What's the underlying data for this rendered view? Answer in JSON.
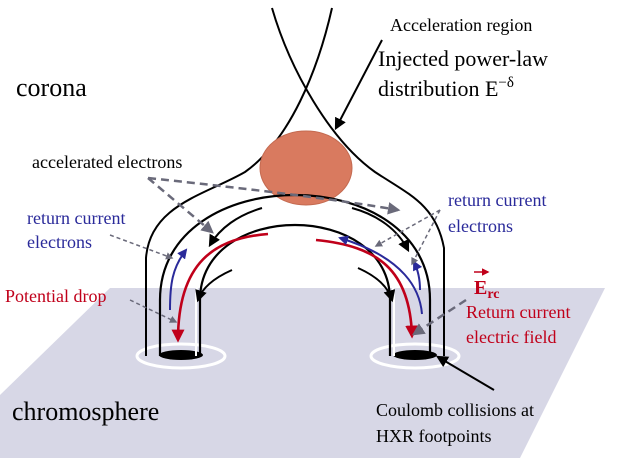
{
  "labels": {
    "acceleration_region": "Acceleration region",
    "injected_line1": "Injected power-law",
    "injected_line2_prefix": "distribution E",
    "injected_exponent": "−δ",
    "corona": "corona",
    "accelerated_electrons": "accelerated electrons",
    "return_current_left_1": "return current",
    "return_current_left_2": "electrons",
    "return_current_right_1": "return current",
    "return_current_right_2": "electrons",
    "potential_drop": "Potential drop",
    "erc_symbol": "E",
    "erc_subscript": "rc",
    "return_field_1": "Return current",
    "return_field_2": "electric field",
    "chromosphere": "chromosphere",
    "coulomb_1": "Coulomb collisions at",
    "coulomb_2": "HXR footpoints"
  },
  "colors": {
    "black": "#000000",
    "red": "#c0001a",
    "blue": "#2a2a9a",
    "dashed_gray": "#6a6a7a",
    "plane": "#d7d7e6",
    "blob": "#d97a5f"
  }
}
